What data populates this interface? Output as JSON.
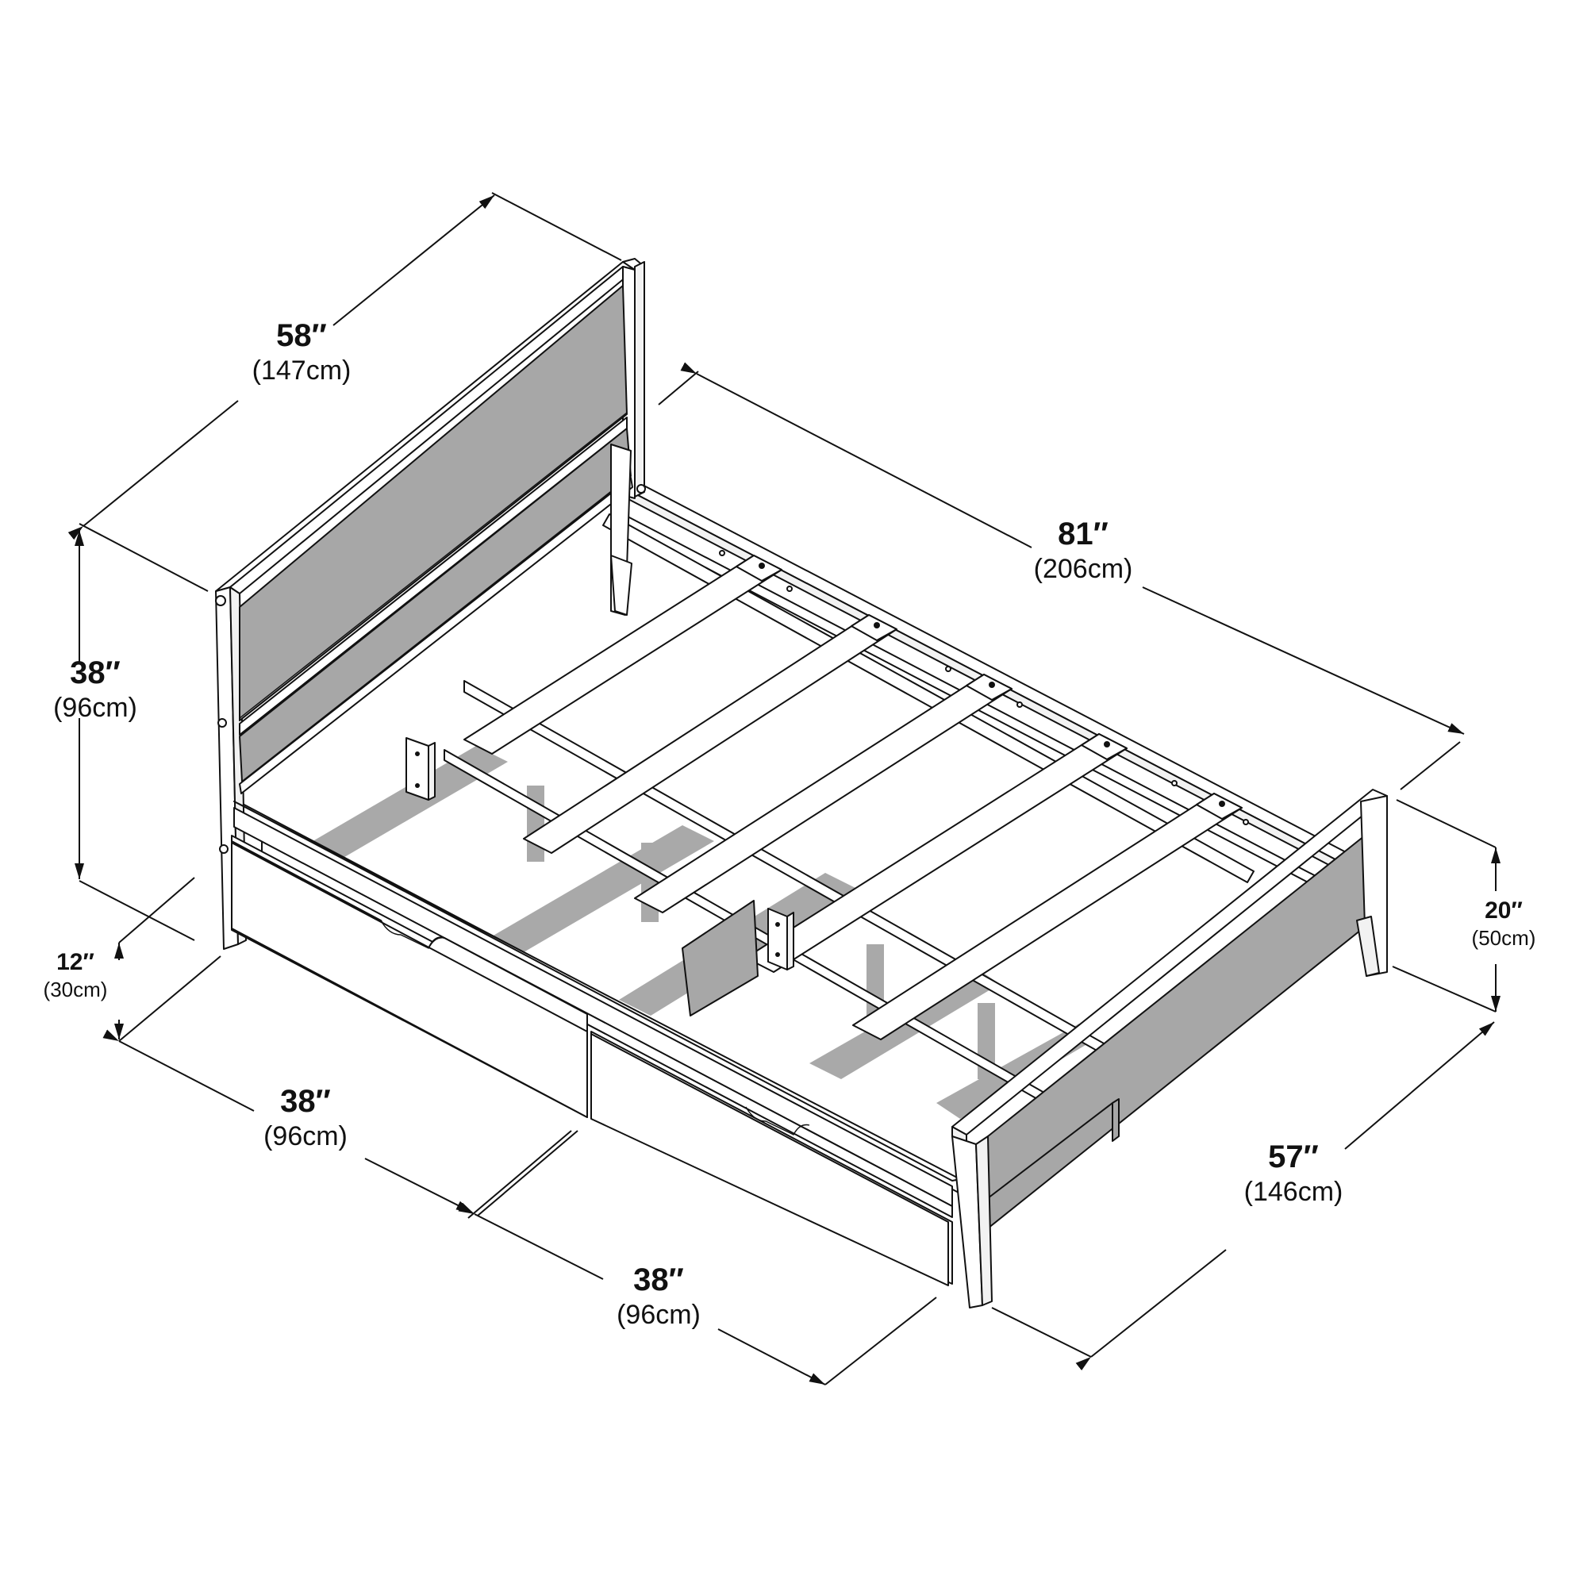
{
  "diagram": {
    "subject": "Platform bed with headboard, slats and two under-bed storage drawers",
    "colors": {
      "line": "#111111",
      "panel_gray": "#a7a7a7",
      "background": "#ffffff"
    }
  },
  "dimensions": {
    "headboard_width": {
      "inches": "58″",
      "cm": "(147cm)"
    },
    "overall_length": {
      "inches": "81″",
      "cm": "(206cm)"
    },
    "headboard_height": {
      "inches": "38″",
      "cm": "(96cm)"
    },
    "clearance_height": {
      "inches": "12″",
      "cm": "(30cm)"
    },
    "footboard_height": {
      "inches": "20″",
      "cm": "(50cm)"
    },
    "footboard_width": {
      "inches": "57″",
      "cm": "(146cm)"
    },
    "drawer_1_width": {
      "inches": "38″",
      "cm": "(96cm)"
    },
    "drawer_2_width": {
      "inches": "38″",
      "cm": "(96cm)"
    }
  }
}
